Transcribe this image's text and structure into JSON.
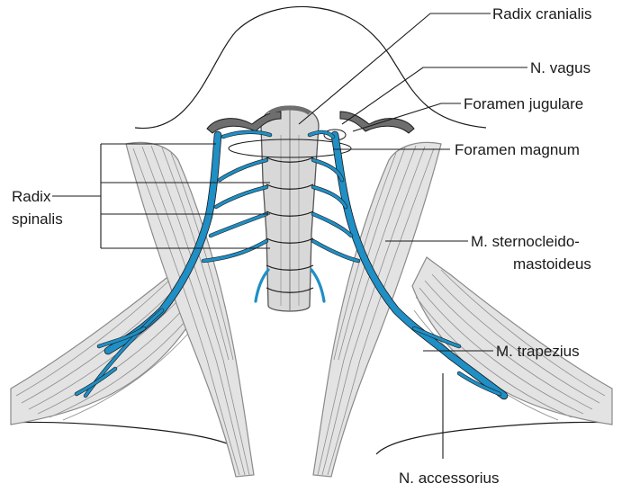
{
  "labels": {
    "radix_cranialis": "Radix cranialis",
    "n_vagus": "N. vagus",
    "foramen_jugulare": "Foramen jugulare",
    "foramen_magnum": "Foramen magnum",
    "radix_spinalis_line1": "Radix",
    "radix_spinalis_line2": "spinalis",
    "m_sternocleido_line1": "M. sternocleido-",
    "m_sternocleido_line2": "mastoideus",
    "m_trapezius": "M. trapezius",
    "n_accessorius": "N. accessorius"
  },
  "colors": {
    "nerve": "#1f8fc5",
    "muscle": "#e3e3e3",
    "bone": "#6e6e6e",
    "outline": "#1a1a1a"
  }
}
